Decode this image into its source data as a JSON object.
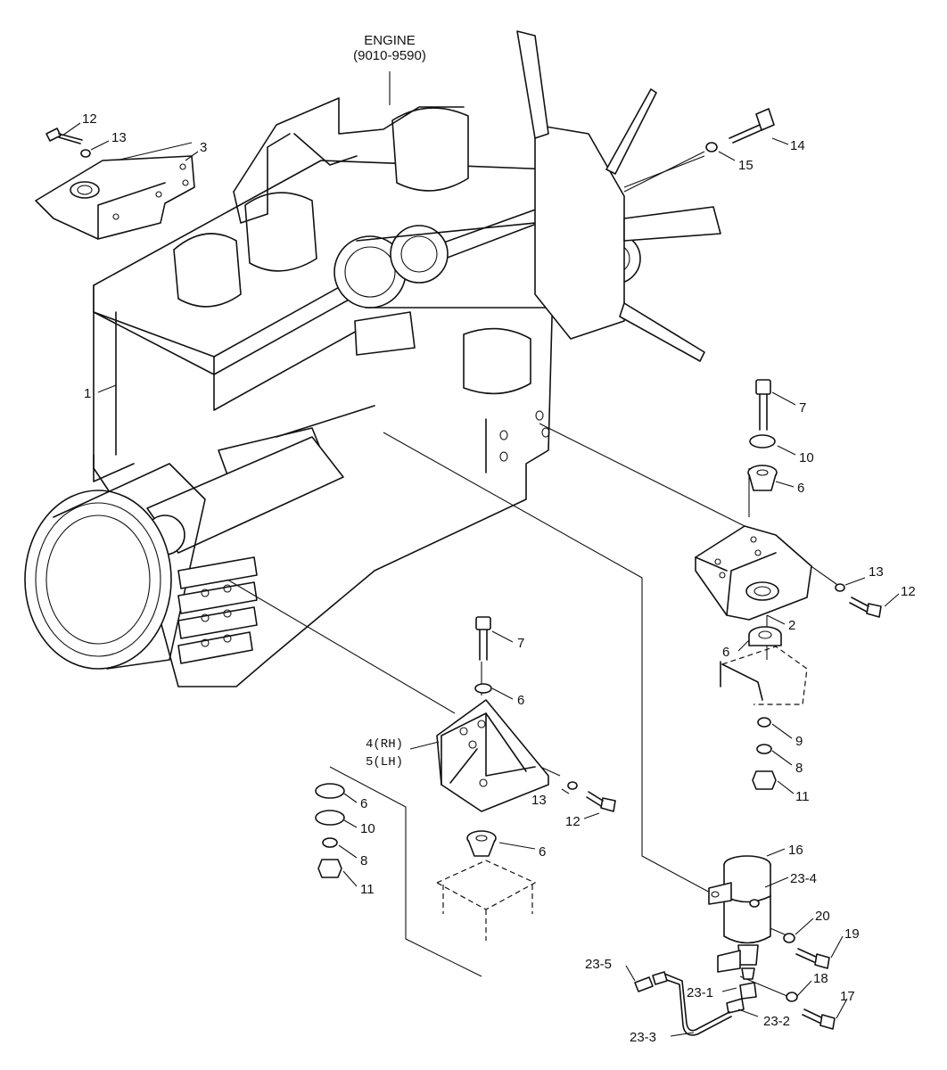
{
  "title": {
    "line1": "ENGINE",
    "line2": "(9010-9590)"
  },
  "callouts": {
    "c1": "1",
    "c2": "2",
    "c3": "3",
    "c4": "4(RH)",
    "c5": "5(LH)",
    "c6a": "6",
    "c6b": "6",
    "c6c": "6",
    "c6d": "6",
    "c6e": "6",
    "c7a": "7",
    "c7b": "7",
    "c8a": "8",
    "c8b": "8",
    "c9": "9",
    "c10a": "10",
    "c10b": "10",
    "c11a": "11",
    "c11b": "11",
    "c12a": "12",
    "c12b": "12",
    "c12c": "12",
    "c13a": "13",
    "c13b": "13",
    "c13c": "13",
    "c14": "14",
    "c15": "15",
    "c16": "16",
    "c17": "17",
    "c18": "18",
    "c19": "19",
    "c20": "20",
    "c23_1": "23-1",
    "c23_2": "23-2",
    "c23_3": "23-3",
    "c23_4": "23-4",
    "c23_5": "23-5"
  }
}
